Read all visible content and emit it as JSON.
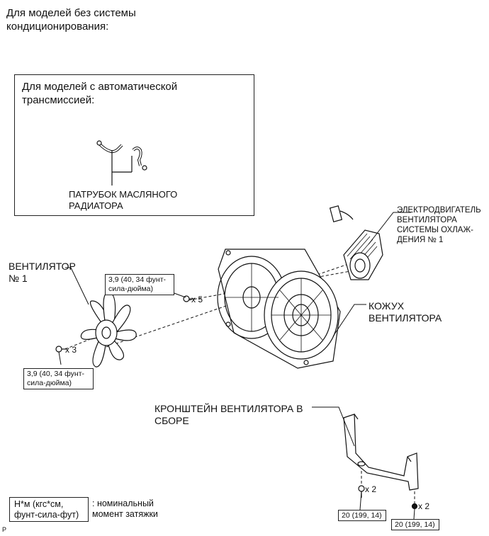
{
  "header": {
    "no_ac_title": "Для моделей без системы\nкондиционирования:"
  },
  "at_box": {
    "title": "Для моделей с автоматической\nтрансмиссией:",
    "hose_label": "ПАТРУБОК МАСЛЯНОГО\nРАДИАТОРА"
  },
  "parts": {
    "motor_label": "ЭЛЕКТРОДВИГАТЕЛЬ\nВЕНТИЛЯТОРА\nСИСТЕМЫ ОХЛАЖ-\nДЕНИЯ № 1",
    "fan_label": "ВЕНТИЛЯТОР\n№ 1",
    "shroud_label": "КОЖУХ\nВЕНТИЛЯТОРА",
    "bracket_label": "КРОНШТЕЙН ВЕНТИЛЯТОРА В\nСБОРЕ"
  },
  "torques": {
    "shroud_bolts": "3,9 (40, 34 фунт-\nсила-дюйма)",
    "fan_nuts": "3,9 (40, 34 фунт-\nсила-дюйма)",
    "bracket_bolts": "20 (199, 14)",
    "bracket_nuts": "20 (199, 14)"
  },
  "quantities": {
    "shroud_bolts": "x 5",
    "fan_nuts": "x 3",
    "bracket_bolts": "x 2",
    "bracket_nuts": "x 2"
  },
  "legend": {
    "unit": "Н*м (кгс*см,\nфунт-сила-фут)",
    "meaning": ": номинальный\nмомент затяжки"
  },
  "corner_mark": "P"
}
